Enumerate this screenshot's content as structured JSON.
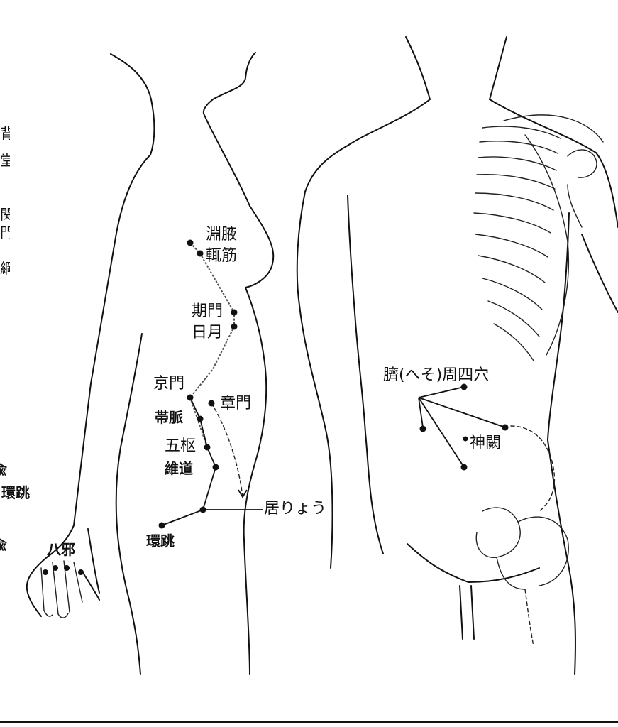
{
  "labels": {
    "cut_hai": "背",
    "cut_sho": "堂",
    "cut_kan": "関",
    "cut_mon": "門",
    "cut_ko": "綱",
    "cut_yu_1": "兪",
    "cut_kantyo_1": "環跳",
    "cut_yu_2": "兪",
    "eneki": "淵腋",
    "chokin": "輒筋",
    "kimon": "期門",
    "jitsugetsu": "日月",
    "keimon": "京門",
    "shomon": "章門",
    "taimyaku": "帯脈",
    "gosu": "五枢",
    "idou": "維道",
    "kyoryo": "居りょう",
    "kantyo": "環跳",
    "hachija": "八邪",
    "seisyu": "臍(へそ)周四穴",
    "shinketsu": "神闕"
  },
  "colors": {
    "ink": "#111111",
    "paper": "#ffffff",
    "meridian": "#555555"
  },
  "icons": [
    "body-side-outline",
    "body-front-outline",
    "ribcage",
    "pelvis",
    "hand"
  ]
}
